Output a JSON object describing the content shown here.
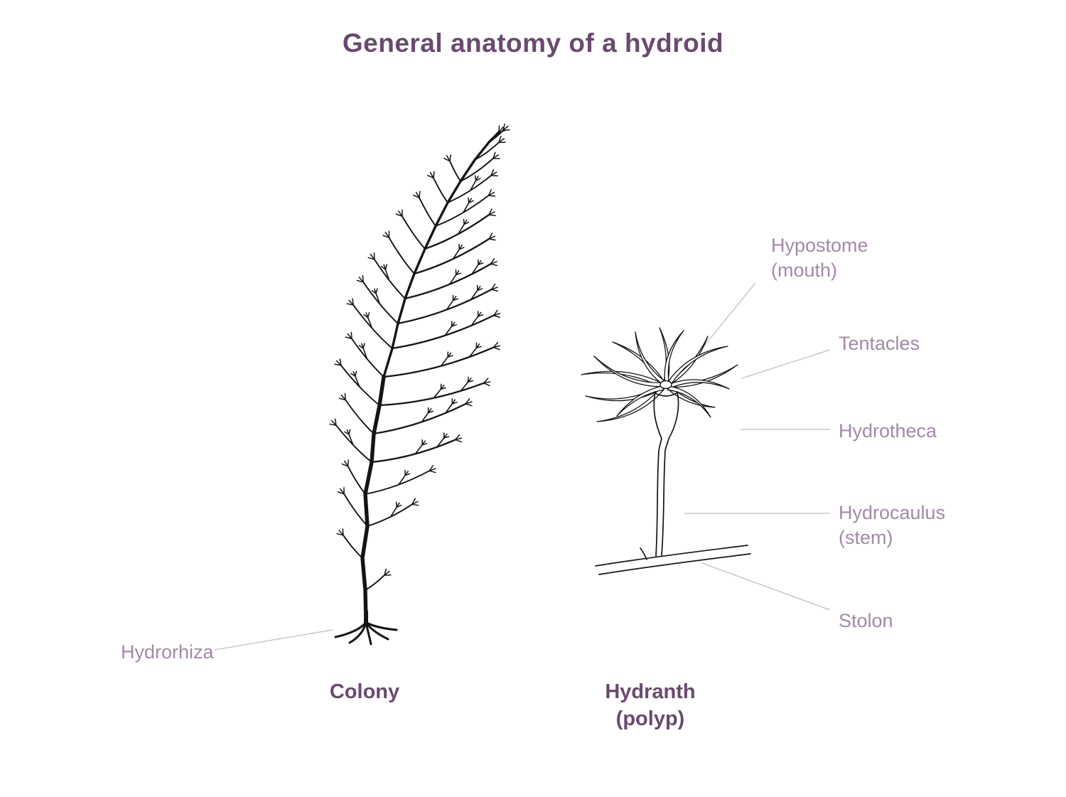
{
  "title": "General anatomy of a hydroid",
  "palette": {
    "heading": "#6a4970",
    "label": "#a389a9",
    "leader": "#c9c9c9",
    "ink": "#141414",
    "background": "#ffffff"
  },
  "labels": {
    "hypostome": {
      "line1": "Hypostome",
      "line2": "(mouth)"
    },
    "tentacles": {
      "text": "Tentacles"
    },
    "hydrotheca": {
      "text": "Hydrotheca"
    },
    "hydrocaulus": {
      "line1": "Hydrocaulus",
      "line2": "(stem)"
    },
    "stolon": {
      "text": "Stolon"
    },
    "hydrorhiza": {
      "text": "Hydrorhiza"
    }
  },
  "captions": {
    "colony": {
      "text": "Colony"
    },
    "hydranth": {
      "line1": "Hydranth",
      "line2": "(polyp)"
    }
  }
}
